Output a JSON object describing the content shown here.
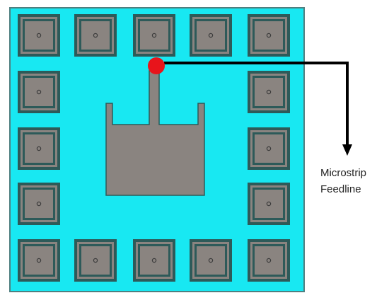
{
  "labels": {
    "callout_line_1": "Microstrip",
    "callout_line_2": "Feedline"
  },
  "colors": {
    "substrate": "#18e8f2",
    "substrate_border": "#4f7f80",
    "cell_patch": "#8a8480",
    "cell_ring": "#2d5a59",
    "antenna_patch": "#8a8480",
    "feed_point": "#e8141b",
    "feedline_line": "#000000"
  },
  "icons": {
    "via": "circle",
    "feed_point": "filled-circle",
    "arrow": "arrow-down"
  },
  "grid": {
    "rows": 5,
    "columns": 5,
    "layout": "perimeter-ring"
  }
}
